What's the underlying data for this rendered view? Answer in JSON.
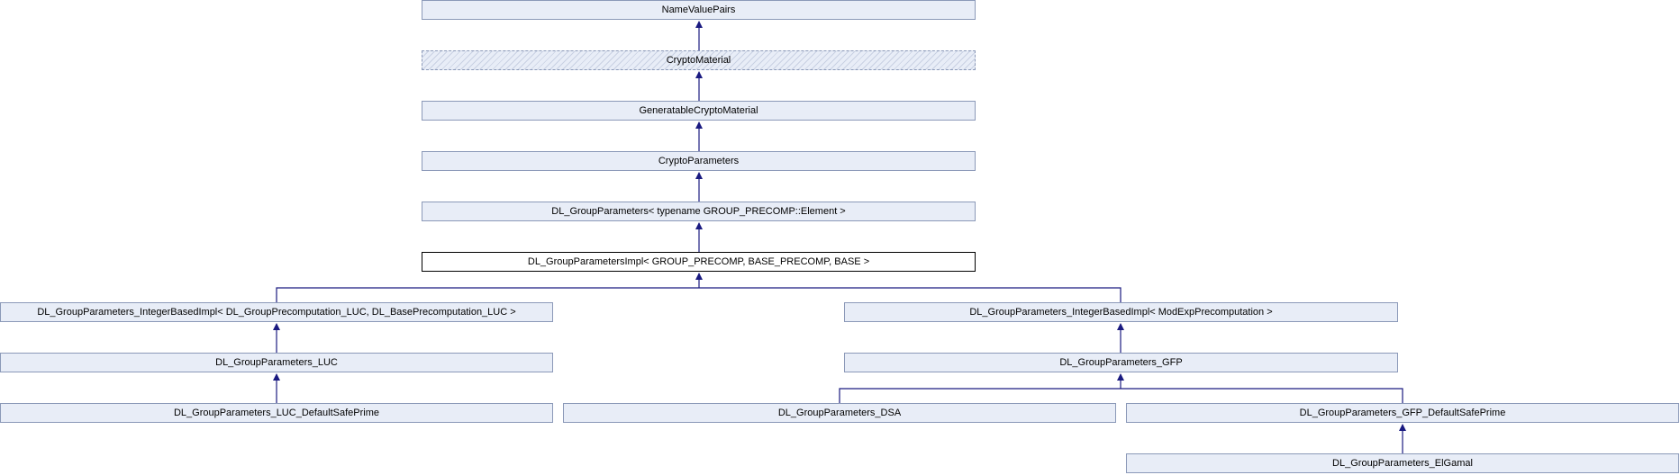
{
  "diagram": {
    "nodes": {
      "name_value_pairs": "NameValuePairs",
      "crypto_material": "CryptoMaterial",
      "generatable_crypto_material": "GeneratableCryptoMaterial",
      "crypto_parameters": "CryptoParameters",
      "dl_group_parameters": "DL_GroupParameters< typename GROUP_PRECOMP::Element >",
      "dl_group_parameters_impl": "DL_GroupParametersImpl< GROUP_PRECOMP, BASE_PRECOMP, BASE >",
      "integer_based_impl_luc": "DL_GroupParameters_IntegerBasedImpl< DL_GroupPrecomputation_LUC, DL_BasePrecomputation_LUC >",
      "integer_based_impl_modexp": "DL_GroupParameters_IntegerBasedImpl< ModExpPrecomputation >",
      "group_parameters_luc": "DL_GroupParameters_LUC",
      "group_parameters_gfp": "DL_GroupParameters_GFP",
      "luc_default_safe_prime": "DL_GroupParameters_LUC_DefaultSafePrime",
      "group_parameters_dsa": "DL_GroupParameters_DSA",
      "gfp_default_safe_prime": "DL_GroupParameters_GFP_DefaultSafePrime",
      "group_parameters_elgamal": "DL_GroupParameters_ElGamal"
    },
    "colors": {
      "node_fill": "#e8edf7",
      "node_border": "#8b99b8",
      "current_border": "#000000",
      "edge": "#1a1a80"
    }
  }
}
